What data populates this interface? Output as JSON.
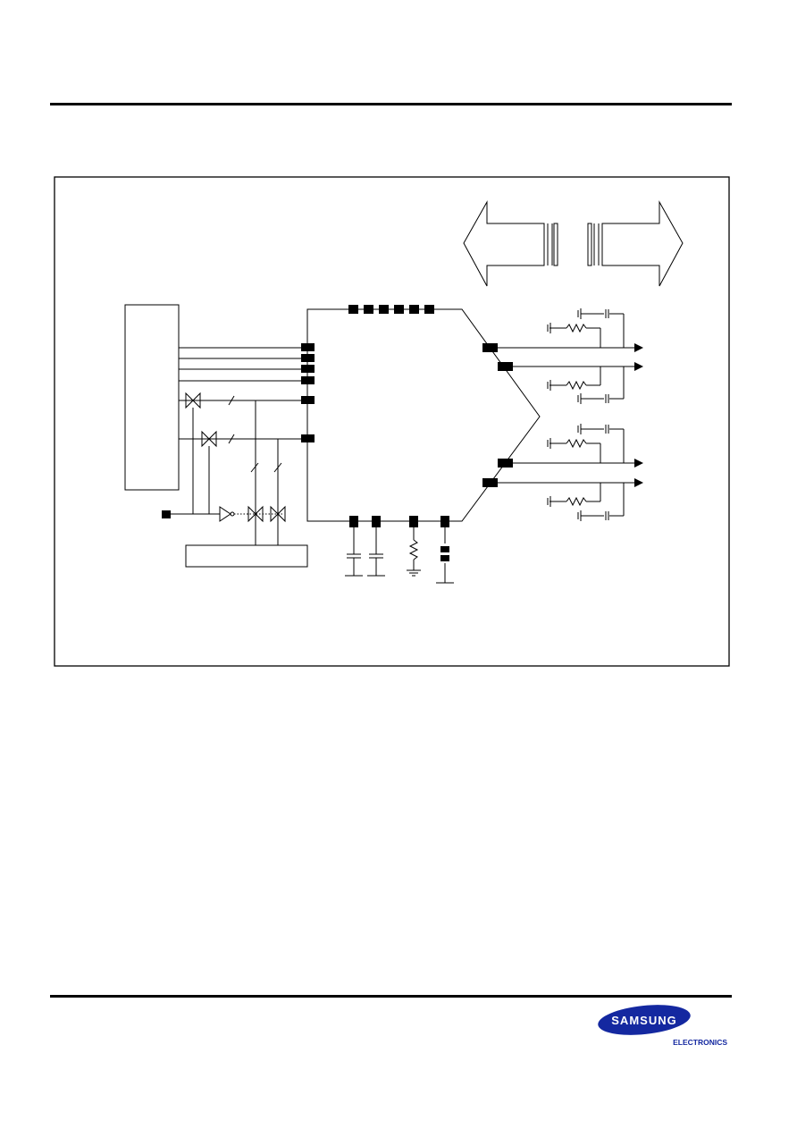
{
  "document": {
    "header_rule": true,
    "footer_rule": true
  },
  "figure": {
    "type": "application-circuit-schematic",
    "text_labels": []
  },
  "logo": {
    "brand": "SAMSUNG",
    "division": "ELECTRONICS",
    "color": "#1428a0",
    "text_color": "#ffffff"
  }
}
